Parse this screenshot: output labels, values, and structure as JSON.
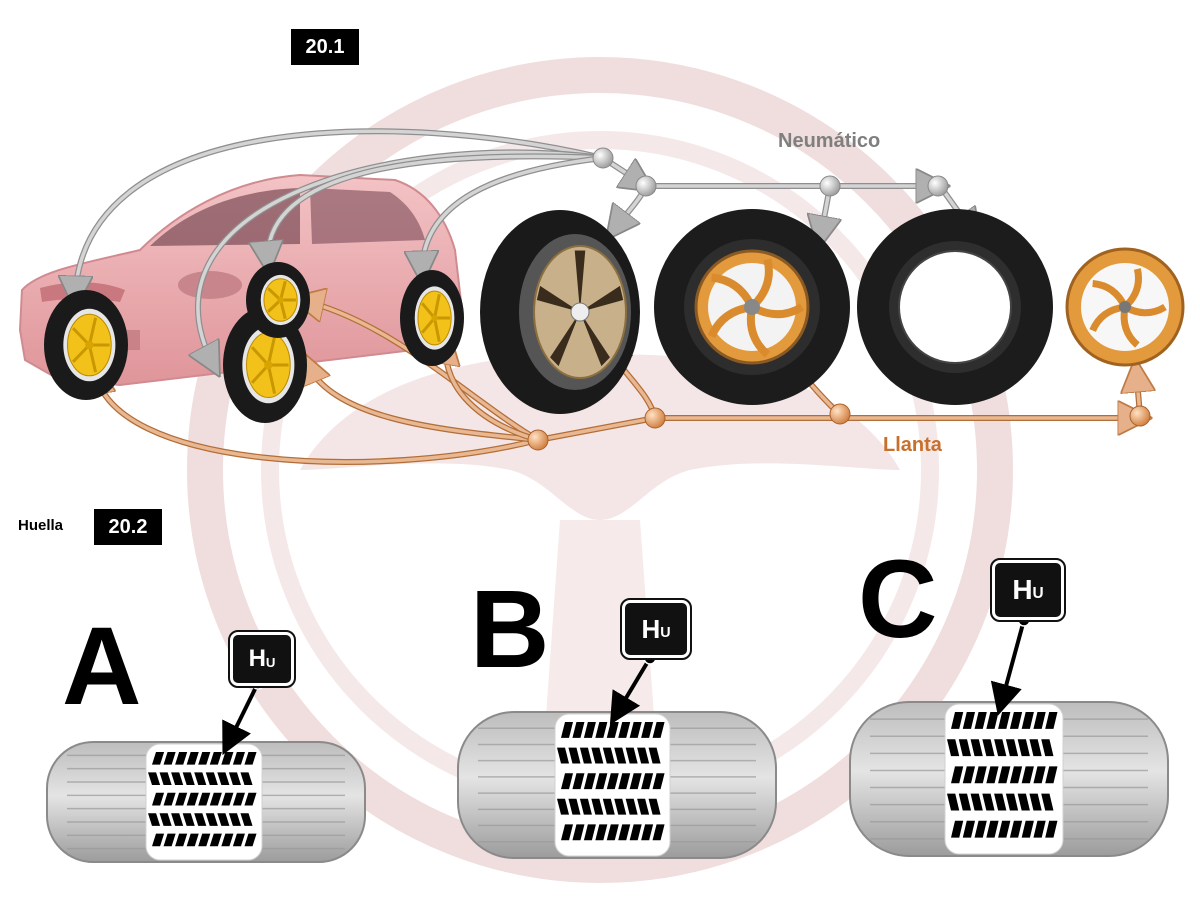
{
  "badges": {
    "top": "20.1",
    "bottom": "20.2"
  },
  "labels": {
    "tyre": "Neumático",
    "rim": "Llanta",
    "footprint": "Huella"
  },
  "tread_variants": [
    {
      "letter": "A",
      "marker_main": "H",
      "marker_sub": "U"
    },
    {
      "letter": "B",
      "marker_main": "H",
      "marker_sub": "U"
    },
    {
      "letter": "C",
      "marker_main": "H",
      "marker_sub": "U"
    }
  ],
  "colors": {
    "tyre_line": "#a9a9a9",
    "tyre_text": "#7f7f7f",
    "rim_line": "#d59a66",
    "rim_text": "#c86f2c",
    "car_body": "#e9a9ad",
    "watermark": "#e8c6c6",
    "rim_gold": "#e39a3c",
    "hub_yellow": "#f2c21a"
  },
  "icons": {
    "car": "suv-car-illustration",
    "wheel": "wheel-illustration",
    "tyre": "tyre-illustration",
    "rim": "rim-illustration",
    "watermark": "steering-wheel-watermark"
  }
}
